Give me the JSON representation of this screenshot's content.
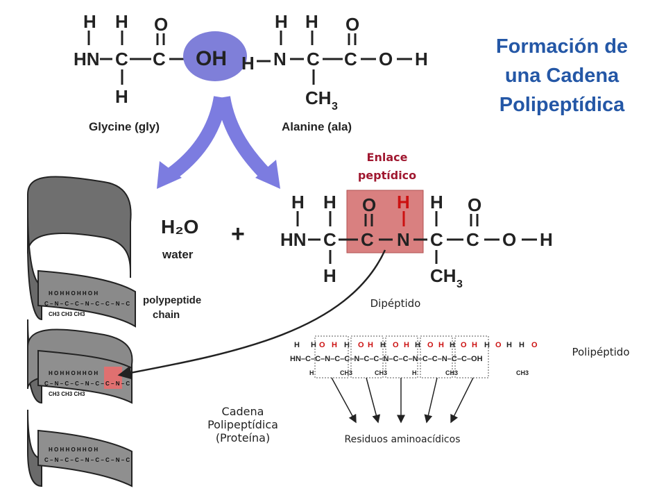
{
  "title": "Formación de una Cadena Polipeptídica",
  "glycine_label": "Glycine (gly)",
  "alanine_label": "Alanine (ala)",
  "oh_group": "OH",
  "water_formula": "H₂O",
  "water_label": "water",
  "plus_sign": "+",
  "peptide_bond_label": "Enlace peptídico",
  "dipeptide_label": "Dipéptido",
  "polypeptide_label": "Polipéptido",
  "residues_label": "Residuos aminoacídicos",
  "protein_label": "Cadena Polipeptídica (Proteína)",
  "helix_chain_label": "polypeptide chain",
  "colors": {
    "title": "#2457a6",
    "peptide_bond_text": "#a01830",
    "peptide_bond_box": "#d98080",
    "oh_ellipse": "#7f7fd9",
    "arrows": "#7c7ce0",
    "helix_ribbon": "#8a8a8a"
  }
}
